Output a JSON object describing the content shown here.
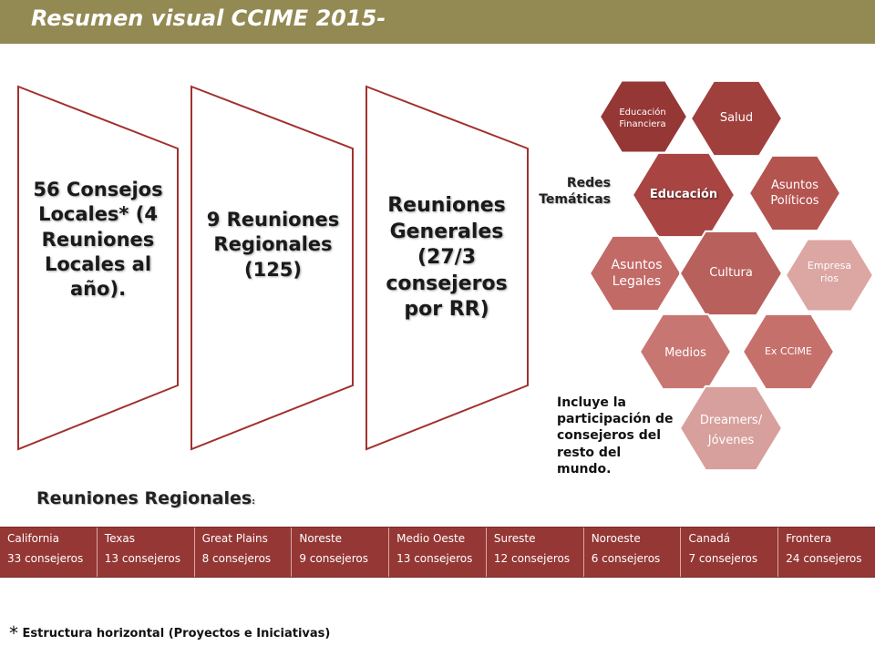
{
  "header": {
    "title": "Resumen visual CCIME 2015-",
    "bg_color": "#938953"
  },
  "chevrons": [
    {
      "text": "56 Consejos Locales* (4 Reuniones Locales al año)."
    },
    {
      "text": "9 Reuniones Regionales (125)"
    },
    {
      "text": "Reuniones Generales (27/3 consejeros por RR)"
    }
  ],
  "redes": {
    "label": "Redes Temáticas"
  },
  "hexagons": [
    {
      "label": "Educación Financiera",
      "color": "#953735"
    },
    {
      "label": "Salud",
      "color": "#a0403c"
    },
    {
      "label": "Educación",
      "color": "#a84543"
    },
    {
      "label": "Asuntos Políticos",
      "color": "#b4544f"
    },
    {
      "label": "Asuntos Legales",
      "color": "#c26a66"
    },
    {
      "label": "Cultura",
      "color": "#b8605c"
    },
    {
      "label": "Empresa rios",
      "color": "#dca6a3"
    },
    {
      "label": "Medios",
      "color": "#c87672"
    },
    {
      "label": "Ex CCIME",
      "color": "#c6706c"
    },
    {
      "label": "Dreamers/ Jóvenes",
      "color": "#d8a09d"
    }
  ],
  "incluye": {
    "text": "Incluye la participación de consejeros del resto del mundo."
  },
  "reuniones_regionales": {
    "title": "Reuniones Regionales",
    "title_suffix": ":",
    "regions": [
      {
        "name": "California",
        "count": "33 consejeros"
      },
      {
        "name": "Texas",
        "count": "13 consejeros"
      },
      {
        "name": "Great Plains",
        "count": "8 consejeros"
      },
      {
        "name": "Noreste",
        "count": "9 consejeros"
      },
      {
        "name": "Medio Oeste",
        "count": "13 consejeros"
      },
      {
        "name": "Sureste",
        "count": "12 consejeros"
      },
      {
        "name": "Noroeste",
        "count": "6 consejeros"
      },
      {
        "name": "Canadá",
        "count": "7 consejeros"
      },
      {
        "name": "Frontera",
        "count": "24 consejeros"
      }
    ]
  },
  "footnote": {
    "star": "*",
    "text": "Estructura horizontal (Proyectos e Iniciativas)"
  }
}
